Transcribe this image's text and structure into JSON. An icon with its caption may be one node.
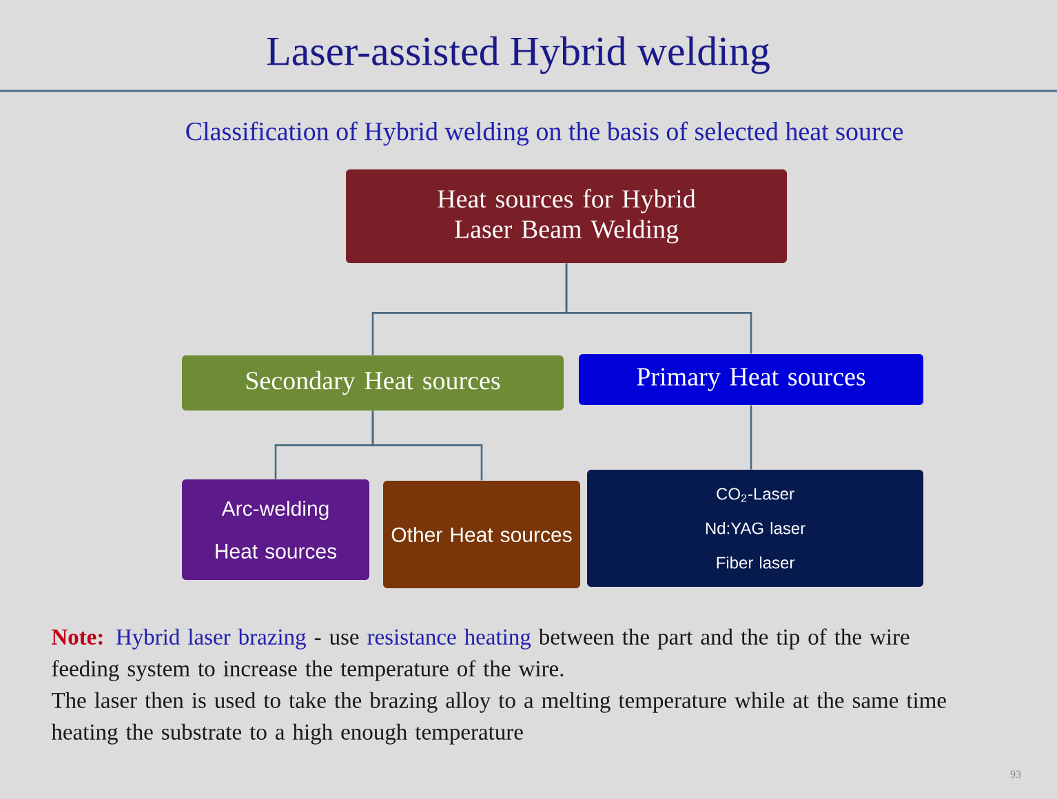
{
  "diagram": {
    "title": "Laser-assisted Hybrid welding",
    "nodes": [
      {
        "text": [
          "Heat sources for Hybrid Laser Beam Welding"
        ]
      },
      {
        "text": [
          "Secondary Heat sources"
        ]
      },
      {
        "text": [
          "Primary Heat sources"
        ]
      },
      {
        "text": [
          "Arc-welding Heat sources"
        ]
      },
      {
        "text": [
          "Other Heat sources"
        ]
      },
      {
        "text": [
          "CO$_{2}$-Laser",
          "Nd:YAG laser",
          "Fiber laser"
        ]
      }
    ],
    "edges": [
      {
        "from": 0,
        "to": 1,
        "arrow": "none"
      },
      {
        "from": 0,
        "to": 2,
        "arrow": "none"
      },
      {
        "from": 1,
        "to": 3,
        "arrow": "none"
      },
      {
        "from": 1,
        "to": 4,
        "arrow": "none"
      },
      {
        "from": 2,
        "to": 5,
        "arrow": "none"
      }
    ],
    "labels": [
      "Classification of Hybrid welding on the basis of selected heat source",
      "Note:",
      "Hybrid laser brazing",
      "- use",
      "resistance heating",
      "between the part and the tip of the wire feeding system to increase the temperature of the wire.",
      "The laser then is used to take the brazing alloy to a melting temperature while at the same time heating the substrate to a high enough temperature",
      "93"
    ]
  }
}
